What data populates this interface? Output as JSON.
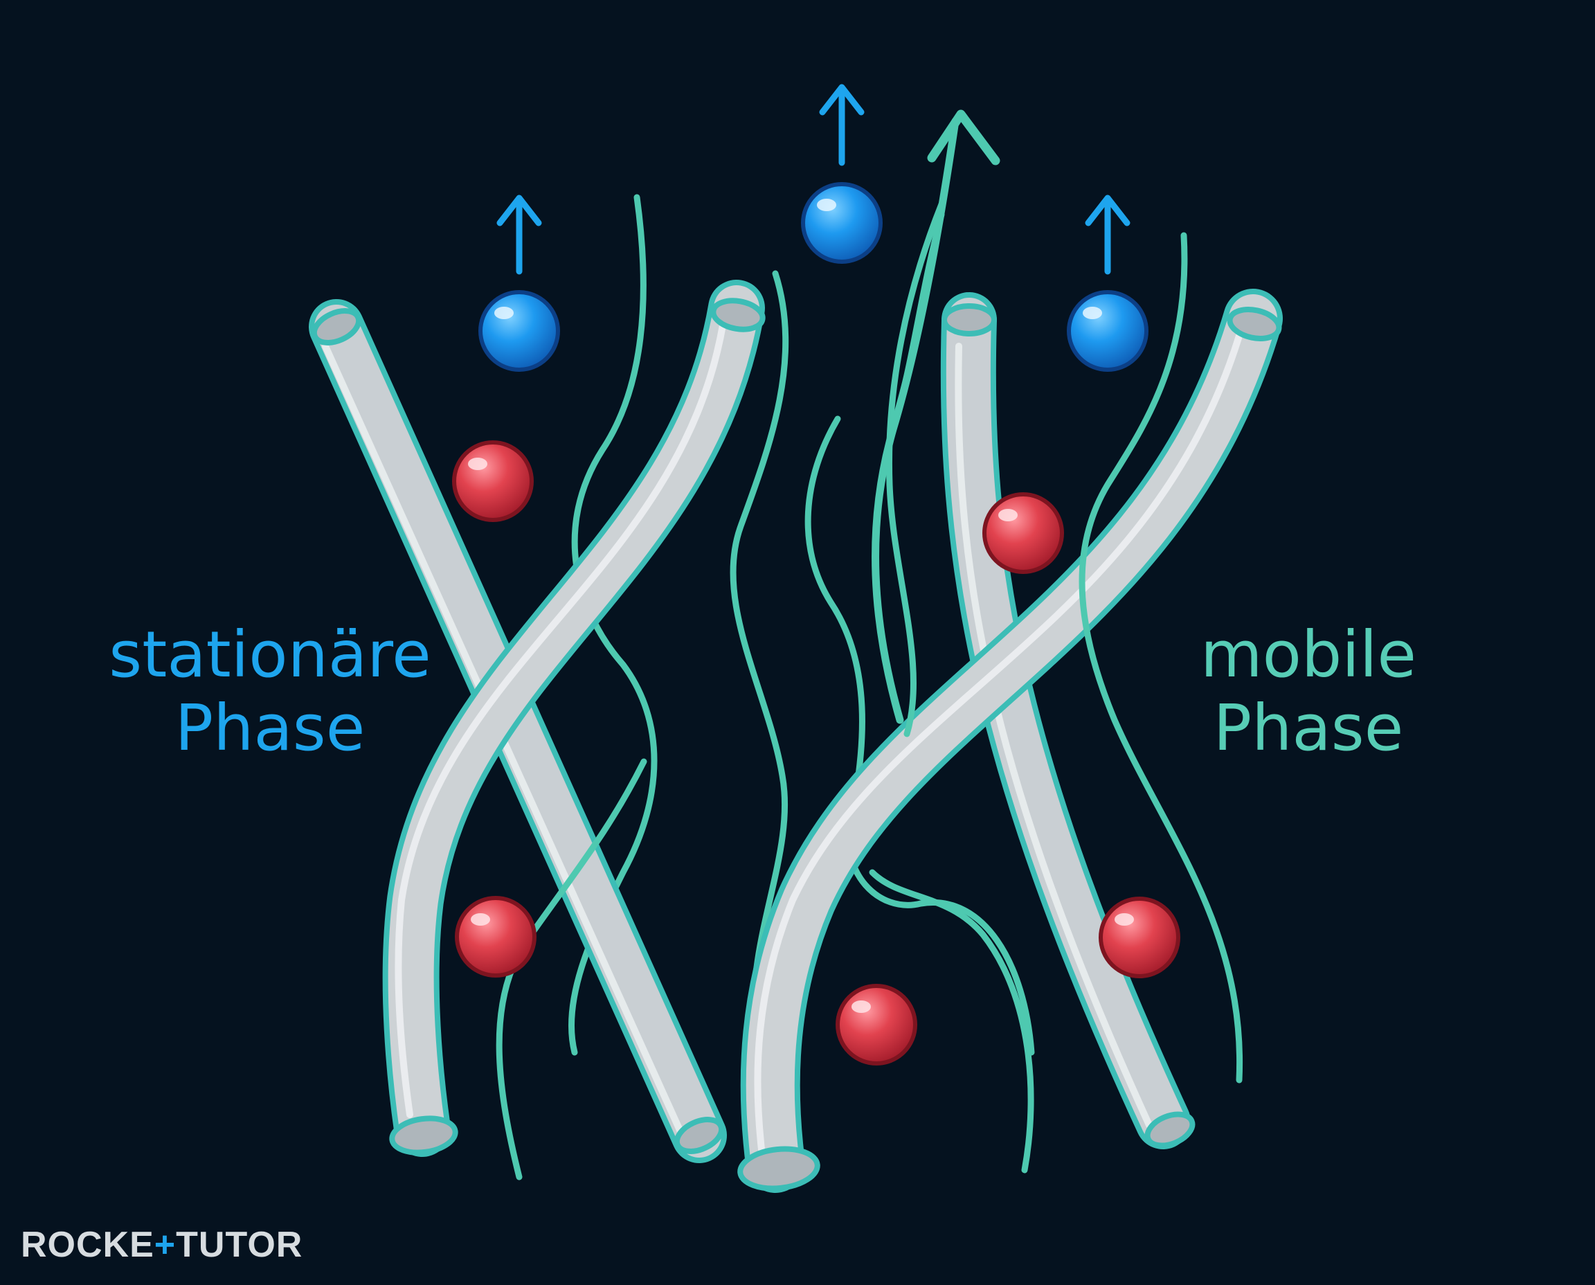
{
  "labels": {
    "stationary": {
      "line1": "stationäre",
      "line2": "Phase"
    },
    "mobile": {
      "line1": "mobile",
      "line2": "Phase"
    }
  },
  "logo": {
    "text_left": "ROCKE",
    "plus_glyph": "+",
    "text_right": "TUTO",
    "text_end": "R"
  },
  "colors": {
    "background": "#05121f",
    "stationary_text": "#1ea5ee",
    "mobile_text": "#57cdb6",
    "fiber_fill": "#cdd2d5",
    "fiber_outline": "#3cbdb6",
    "flow_line": "#4ec9b0",
    "blue_sphere": "#1e8fe0",
    "red_sphere": "#e0404c",
    "arrow_blue": "#1ea5ee",
    "logo_text": "#d7dce0",
    "logo_accent": "#1ea5ee"
  },
  "icons": {
    "blue_sphere": "blue-molecule-icon",
    "red_sphere": "red-molecule-icon",
    "arrow": "arrow-up-icon"
  }
}
